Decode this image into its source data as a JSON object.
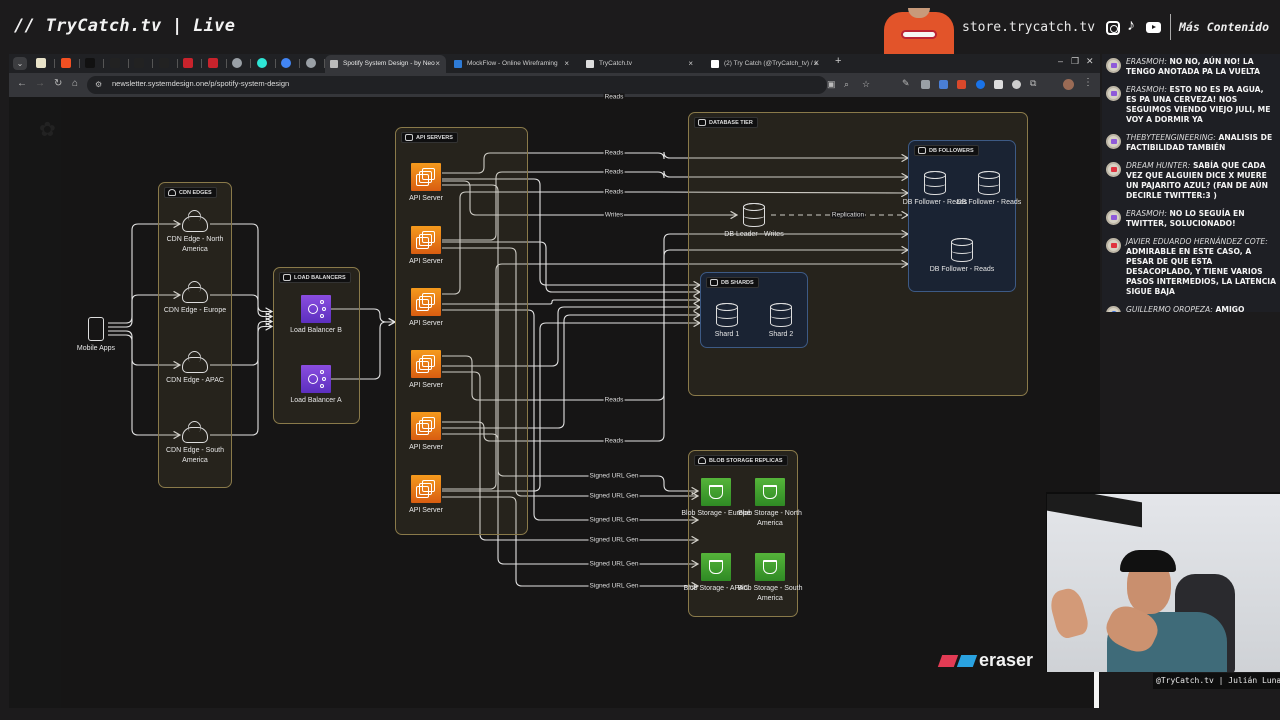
{
  "overlay": {
    "stream_title": "// TryCatch.tv | Live",
    "store_link": "store.trycatch.tv",
    "social_icons": [
      "instagram-icon",
      "tiktok-icon",
      "youtube-icon"
    ],
    "more_content": "Más Contenido"
  },
  "browser": {
    "pinned_tabs": [
      {
        "icon": "hand-icon",
        "color": "#e8e2c8"
      },
      {
        "icon": "microsoft-icon",
        "color": "#f25022"
      },
      {
        "icon": "k-icon",
        "color": "#111111"
      },
      {
        "icon": "medium-icon",
        "color": "#222222"
      },
      {
        "icon": "medium-icon",
        "color": "#222222"
      },
      {
        "icon": "medium-icon",
        "color": "#222222"
      },
      {
        "icon": "n-icon",
        "color": "#c8232c"
      },
      {
        "icon": "n-icon",
        "color": "#c8232c"
      },
      {
        "icon": "globe-icon",
        "color": "#9aa0a6"
      },
      {
        "icon": "circle-icon",
        "color": "#2ee6d6"
      },
      {
        "icon": "google-icon",
        "color": "#4285f4"
      },
      {
        "icon": "globe-icon",
        "color": "#9aa0a6"
      }
    ],
    "tabs": [
      {
        "title": "Spotify System Design - by Neo",
        "active": true,
        "icon_color": "#bbbbbb"
      },
      {
        "title": "MockFlow - Online Wireframing",
        "active": false,
        "icon_color": "#2e7bd6"
      },
      {
        "title": "TryCatch.tv",
        "active": false,
        "icon_color": "#dddddd"
      },
      {
        "title": "(2) Try Catch (@TryCatch_tv) / X",
        "active": false,
        "icon_color": "#ffffff"
      }
    ],
    "new_tab": "+",
    "window_controls": {
      "minimize": "–",
      "restore": "❐",
      "close": "✕"
    },
    "url": "newsletter.systemdesign.one/p/spotify-system-design",
    "nav": {
      "back": "←",
      "forward": "→",
      "reload": "↻",
      "home": "⌂"
    }
  },
  "diagram": {
    "groups": {
      "cdn": "CDN EDGES",
      "lb": "LOAD BALANCERS",
      "api": "API SERVERS",
      "db_tier": "DATABASE TIER",
      "followers": "DB FOLLOWERS",
      "shards": "DB SHARDS",
      "blob": "BLOB STORAGE REPLICAS"
    },
    "nodes": {
      "mobile": "Mobile Apps",
      "cdn_na": "CDN Edge - North America",
      "cdn_eu": "CDN Edge - Europe",
      "cdn_apac": "CDN Edge - APAC",
      "cdn_sa": "CDN Edge - South America",
      "lb_b": "Load Balancer B",
      "lb_a": "Load Balancer A",
      "api_1": "API Server",
      "api_2": "API Server",
      "api_3": "API Server",
      "api_4": "API Server",
      "api_5": "API Server",
      "api_6": "API Server",
      "db_leader": "DB Leader - Writes",
      "follower_1": "DB Follower - Reads",
      "follower_2": "DB Follower - Reads",
      "follower_3": "DB Follower - Reads",
      "shard_1": "Shard 1",
      "shard_2": "Shard 2",
      "blob_eu": "Blob Storage - Europe",
      "blob_na": "Blob Storage - North America",
      "blob_apac": "Blob Storage - APAC",
      "blob_sa": "Blob Storage - South America"
    },
    "edge_labels": {
      "reads": "Reads",
      "writes": "Writes",
      "replication": "Replication",
      "signed_url": "Signed URL Gen"
    },
    "edges": [
      {
        "from": "mobile",
        "to": "cdn_na"
      },
      {
        "from": "mobile",
        "to": "cdn_eu"
      },
      {
        "from": "mobile",
        "to": "cdn_apac"
      },
      {
        "from": "mobile",
        "to": "cdn_sa"
      },
      {
        "from": "cdn_na",
        "to": "lb_b"
      },
      {
        "from": "cdn_eu",
        "to": "lb_b"
      },
      {
        "from": "cdn_apac",
        "to": "lb_b"
      },
      {
        "from": "cdn_sa",
        "to": "lb_b"
      },
      {
        "from": "lb_b",
        "to": "api_2"
      },
      {
        "from": "lb_a",
        "to": "api_2"
      },
      {
        "from": "api_1",
        "to": "follower_1",
        "label": "Reads"
      },
      {
        "from": "api_2",
        "to": "follower_1",
        "label": "Reads"
      },
      {
        "from": "api_3",
        "to": "follower_2",
        "label": "Reads"
      },
      {
        "from": "api_1",
        "to": "db_leader",
        "label": "Writes"
      },
      {
        "from": "db_leader",
        "to": "follower_2",
        "label": "Replication",
        "dashed": true
      },
      {
        "from": "api_1",
        "to": "shard_1"
      },
      {
        "from": "api_2",
        "to": "shard_1"
      },
      {
        "from": "api_3",
        "to": "shard_1"
      },
      {
        "from": "api_4",
        "to": "shard_1"
      },
      {
        "from": "api_5",
        "to": "shard_1"
      },
      {
        "from": "api_6",
        "to": "shard_1"
      },
      {
        "from": "api_4",
        "to": "follower_3",
        "label": "Reads"
      },
      {
        "from": "api_5",
        "to": "follower_3",
        "label": "Reads"
      },
      {
        "from": "api_6",
        "to": "follower_3",
        "label": "Reads"
      },
      {
        "from": "api_1",
        "to": "blob_eu",
        "label": "Signed URL Gen"
      },
      {
        "from": "api_2",
        "to": "blob_eu",
        "label": "Signed URL Gen"
      },
      {
        "from": "api_3",
        "to": "blob_eu",
        "label": "Signed URL Gen"
      },
      {
        "from": "api_4",
        "to": "blob_eu",
        "label": "Signed URL Gen"
      },
      {
        "from": "api_5",
        "to": "blob_eu",
        "label": "Signed URL Gen"
      },
      {
        "from": "api_6",
        "to": "blob_eu",
        "label": "Signed URL Gen"
      }
    ],
    "brand": "eraser"
  },
  "chat": {
    "messages": [
      {
        "platform": "twitch",
        "user": "ERASMOH:",
        "text": " NO NO, AÚN NO! LA TENGO ANOTADA PA LA VUELTA"
      },
      {
        "platform": "twitch",
        "user": "ERASMOH:",
        "text": " ESTO NO ES PA AGUA, ES PA UNA CERVEZA! NOS SEGUIMOS VIENDO VIEJO JULI, ME VOY A DORMIR YA"
      },
      {
        "platform": "twitch",
        "user": "THEBYTEENGINEERING:",
        "text": " ANALISIS DE FACTIBILIDAD TAMBIÉN"
      },
      {
        "platform": "youtube",
        "user": "DREAM HUNTER:",
        "text": " SABÍA QUE CADA VEZ QUE ALGUIEN DICE X MUERE UN PAJARITO AZUL? (FAN DE AÚN DECIRLE TWITTER:3 )"
      },
      {
        "platform": "twitch",
        "user": "ERASMOH:",
        "text": " NO LO SEGUÍA EN TWITTER, SOLUCIONADO!"
      },
      {
        "platform": "youtube",
        "user": "JAVIER EDUARDO HERNÁNDEZ COTE:",
        "text": " ADMIRABLE EN ESTE CASO, A PESAR DE QUE ESTA DESACOPLADO, Y TIENE VARIOS PASOS INTERMEDIOS, LA LATENCIA SIGUE BAJA"
      },
      {
        "platform": "facebook",
        "user": "GUILLERMO OROPEZA:",
        "text": " AMIGO VENGO DE TUS VIDEOS EN FB, GRACIAS POR LA AYUDA!"
      }
    ]
  },
  "webcam": {
    "caption": "@TryCatch.tv | Julián Luna"
  }
}
